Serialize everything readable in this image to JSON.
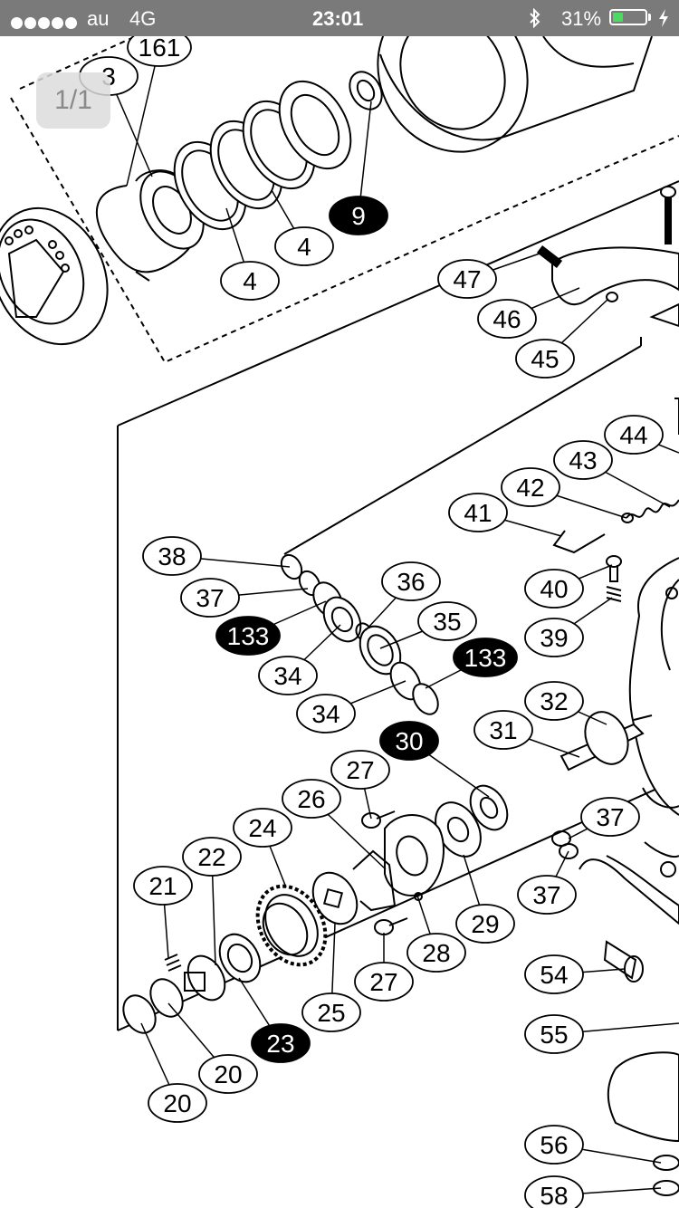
{
  "status_bar": {
    "carrier": "au",
    "network": "4G",
    "time": "23:01",
    "battery_percent": "31%",
    "battery_level": 0.31,
    "battery_color": "#4cd964",
    "icons": [
      "signal-dots-icon",
      "bluetooth-icon",
      "battery-icon",
      "charging-icon"
    ]
  },
  "viewer": {
    "page_indicator": "1/1"
  },
  "diagram": {
    "callouts": [
      {
        "label": "161",
        "style": "outline"
      },
      {
        "label": "3",
        "style": "outline"
      },
      {
        "label": "9",
        "style": "filled"
      },
      {
        "label": "4",
        "style": "outline"
      },
      {
        "label": "4",
        "style": "outline"
      },
      {
        "label": "47",
        "style": "outline"
      },
      {
        "label": "46",
        "style": "outline"
      },
      {
        "label": "45",
        "style": "outline"
      },
      {
        "label": "44",
        "style": "outline"
      },
      {
        "label": "43",
        "style": "outline"
      },
      {
        "label": "42",
        "style": "outline"
      },
      {
        "label": "41",
        "style": "outline"
      },
      {
        "label": "40",
        "style": "outline"
      },
      {
        "label": "39",
        "style": "outline"
      },
      {
        "label": "38",
        "style": "outline"
      },
      {
        "label": "37",
        "style": "outline"
      },
      {
        "label": "133",
        "style": "filled"
      },
      {
        "label": "36",
        "style": "outline"
      },
      {
        "label": "35",
        "style": "outline"
      },
      {
        "label": "133",
        "style": "filled"
      },
      {
        "label": "34",
        "style": "outline"
      },
      {
        "label": "34",
        "style": "outline"
      },
      {
        "label": "30",
        "style": "filled"
      },
      {
        "label": "32",
        "style": "outline"
      },
      {
        "label": "31",
        "style": "outline"
      },
      {
        "label": "27",
        "style": "outline"
      },
      {
        "label": "26",
        "style": "outline"
      },
      {
        "label": "24",
        "style": "outline"
      },
      {
        "label": "22",
        "style": "outline"
      },
      {
        "label": "21",
        "style": "outline"
      },
      {
        "label": "37",
        "style": "outline"
      },
      {
        "label": "37",
        "style": "outline"
      },
      {
        "label": "29",
        "style": "outline"
      },
      {
        "label": "28",
        "style": "outline"
      },
      {
        "label": "27",
        "style": "outline"
      },
      {
        "label": "25",
        "style": "outline"
      },
      {
        "label": "23",
        "style": "filled"
      },
      {
        "label": "20",
        "style": "outline"
      },
      {
        "label": "20",
        "style": "outline"
      },
      {
        "label": "54",
        "style": "outline"
      },
      {
        "label": "55",
        "style": "outline"
      },
      {
        "label": "56",
        "style": "outline"
      },
      {
        "label": "58",
        "style": "outline"
      }
    ]
  }
}
